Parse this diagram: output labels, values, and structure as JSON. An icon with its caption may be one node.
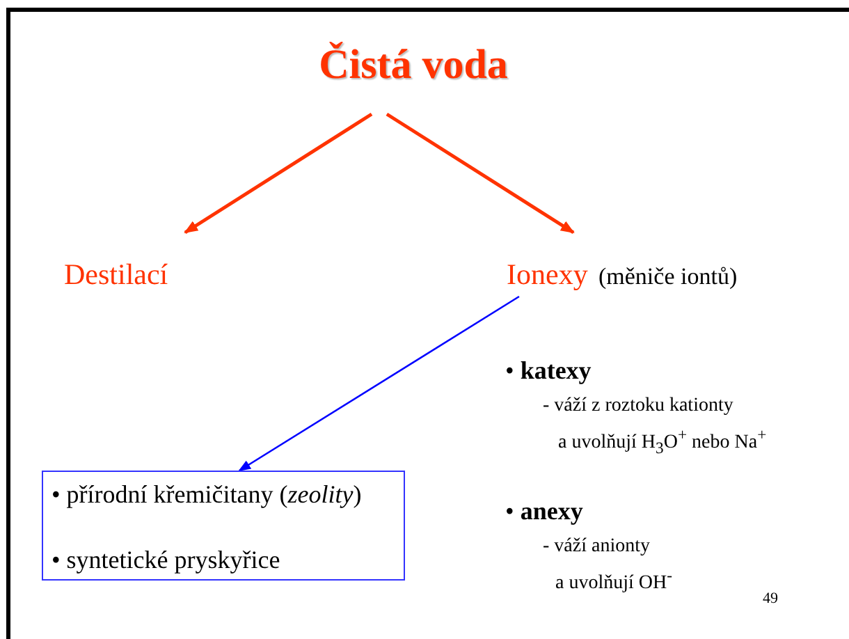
{
  "diagram": {
    "nodes": [
      {
        "text": [
          "Čistá voda"
        ]
      },
      {
        "text": [
          "Destilací"
        ]
      },
      {
        "text": [
          "Ionexy",
          "(měniče iontů)"
        ]
      },
      {
        "text": [
          "• přírodní křemičitany (*zeolity*)",
          "• syntetické pryskyřice"
        ]
      }
    ],
    "edges": [
      {
        "from": 0,
        "to": 1,
        "arrow": "to"
      },
      {
        "from": 0,
        "to": 2,
        "arrow": "to"
      },
      {
        "from": 2,
        "to": 3,
        "arrow": "to",
        "color": "#0000ff"
      }
    ],
    "labels": [
      "• **katexy**",
      "- váží z roztoku kationty",
      "a uvolňují H$_{3}$O$^{+}$ nebo Na$^{+}$",
      "• **anexy**",
      "- váží anionty",
      "a uvolňují OH$^{-}$",
      "49"
    ]
  }
}
